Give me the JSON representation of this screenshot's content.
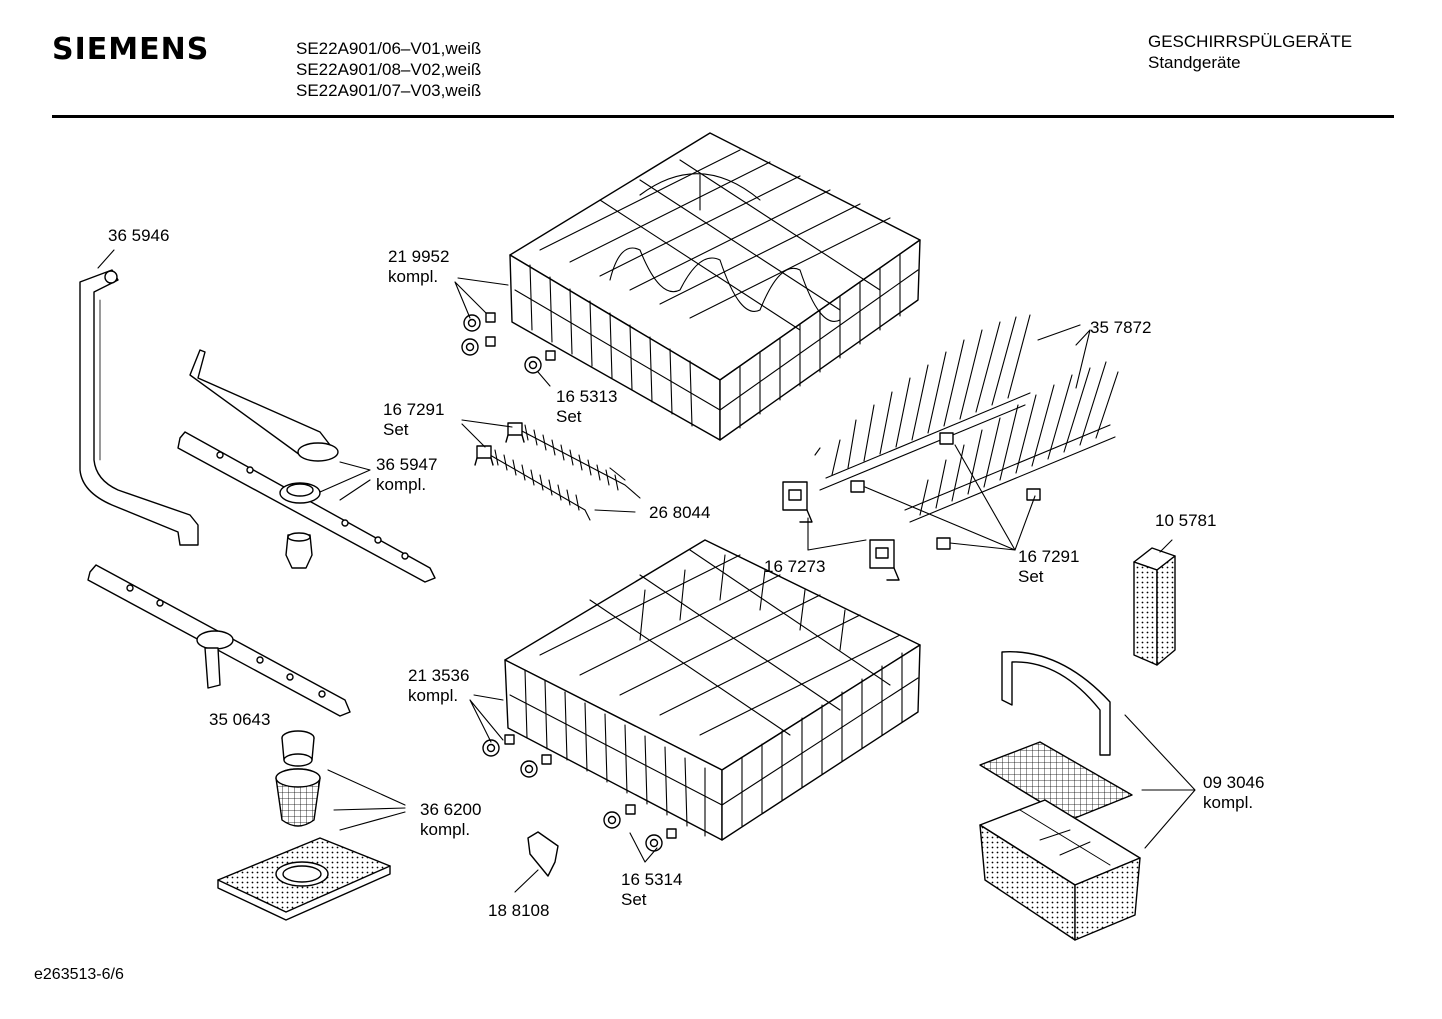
{
  "header": {
    "brand": "SIEMENS",
    "models": [
      "SE22A901/06–V01,weiß",
      "SE22A901/08–V02,weiß",
      "SE22A901/07–V03,weiß"
    ],
    "category_line1": "GESCHIRRSPÜLGERÄTE",
    "category_line2": "Standgeräte"
  },
  "parts": [
    {
      "id": "p1",
      "number": "36 5946",
      "note": ""
    },
    {
      "id": "p2",
      "number": "21 9952",
      "note": "kompl."
    },
    {
      "id": "p3",
      "number": "16 5313",
      "note": "Set"
    },
    {
      "id": "p4",
      "number": "35 7872",
      "note": ""
    },
    {
      "id": "p5",
      "number": "16 7291",
      "note": "Set"
    },
    {
      "id": "p6",
      "number": "36 5947",
      "note": "kompl."
    },
    {
      "id": "p7",
      "number": "26 8044",
      "note": ""
    },
    {
      "id": "p8",
      "number": "10 5781",
      "note": ""
    },
    {
      "id": "p9",
      "number": "16 7273",
      "note": ""
    },
    {
      "id": "p10",
      "number": "16 7291",
      "note": "Set"
    },
    {
      "id": "p11",
      "number": "21 3536",
      "note": "kompl."
    },
    {
      "id": "p12",
      "number": "35 0643",
      "note": ""
    },
    {
      "id": "p13",
      "number": "36 6200",
      "note": "kompl."
    },
    {
      "id": "p14",
      "number": "09 3046",
      "note": "kompl."
    },
    {
      "id": "p15",
      "number": "16 5314",
      "note": "Set"
    },
    {
      "id": "p16",
      "number": "18 8108",
      "note": ""
    }
  ],
  "footer": {
    "code": "e263513-6/6"
  }
}
